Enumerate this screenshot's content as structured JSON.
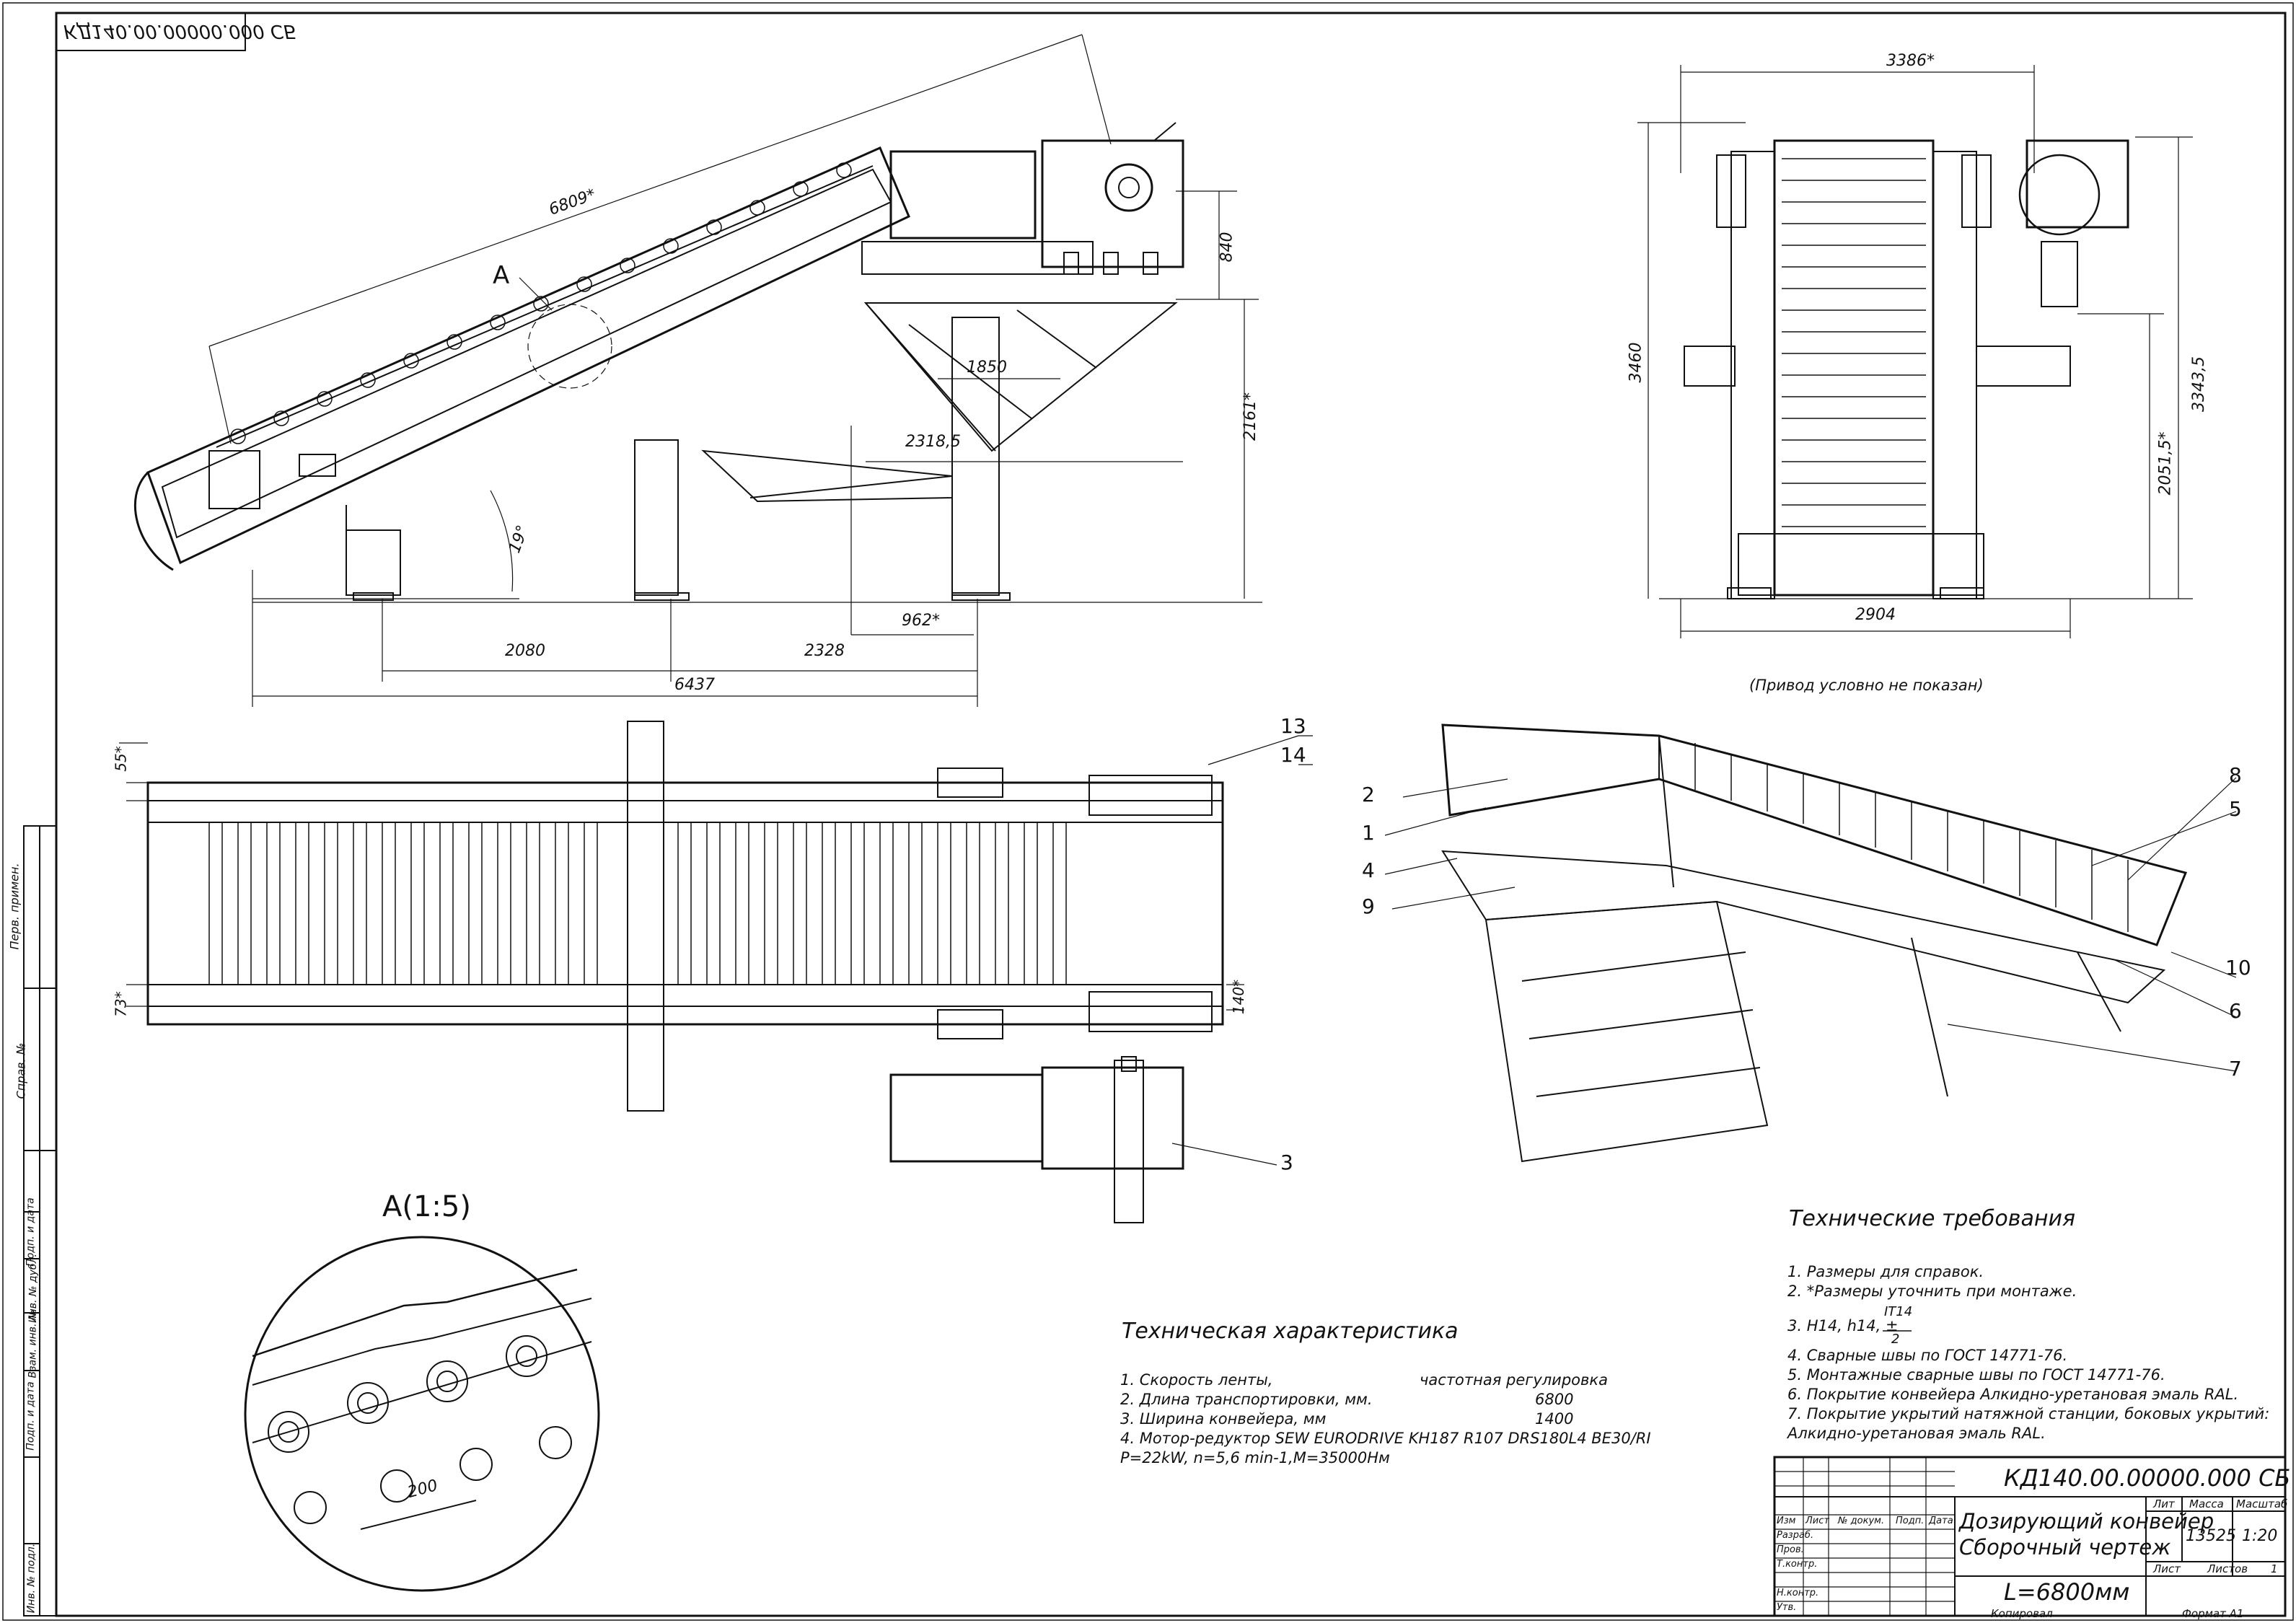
{
  "doc_code_mirrored": "КД140.00.00000.000 СБ",
  "views": {
    "side": {
      "dims": [
        "6809*",
        "840",
        "2161*",
        "1850",
        "2318,5",
        "962*",
        "2080",
        "2328",
        "6437",
        "19°"
      ],
      "detail_label": "A"
    },
    "front": {
      "dims": [
        "3386*",
        "3460",
        "3343,5",
        "2051,5*",
        "2904"
      ],
      "note": "(Привод условно не показан)"
    },
    "plan": {
      "dims": [
        "55*",
        "73*",
        "140*"
      ],
      "callouts": [
        "13",
        "14",
        "3"
      ]
    },
    "iso": {
      "callouts": [
        "2",
        "1",
        "4",
        "9",
        "8",
        "5",
        "10",
        "6",
        "7"
      ]
    },
    "detail": {
      "title": "A(1:5)",
      "dim": "200"
    }
  },
  "tech_characteristics": {
    "title": "Техническая характеристика",
    "rows": [
      {
        "label": "1. Скорость ленты,",
        "value": "частотная регулировка"
      },
      {
        "label": "2. Длина транспортировки, мм.",
        "value": "6800"
      },
      {
        "label": "3. Ширина конвейера, мм",
        "value": "1400"
      }
    ],
    "motor_line1": "4. Мотор-редуктор  SEW  EURODRIVE  KH187  R107  DRS180L4  BE30/RI",
    "motor_line2": "P=22kW,  n=5,6  min-1,M=35000Нм"
  },
  "tech_requirements": {
    "title": "Технические требования",
    "items": [
      "1. Размеры для справок.",
      "2.  *Размеры уточнить при монтаже.",
      "3. H14,  h14,  ±",
      "4. Сварные швы по ГОСТ 14771-76.",
      "5. Монтажные сварные швы по ГОСТ 14771-76.",
      "6. Покрытие конвейера Алкидно-уретановая эмаль RAL.",
      "7. Покрытие укрытий натяжной станции, боковых укрытий:",
      "Алкидно-уретановая эмаль RAL."
    ],
    "fraction_num": "IT14",
    "fraction_den": "2"
  },
  "title_block": {
    "designation": "КД140.00.00000.000 СБ",
    "name_line1": "Дозирующий конвейер",
    "name_line2": "Сборочный чертеж",
    "length": "L=6800мм",
    "col_lit": "Лит",
    "col_mass": "Масса",
    "col_scale": "Масштаб",
    "mass": "13525",
    "scale": "1:20",
    "sheet_label": "Лист",
    "sheets_label": "Листов",
    "sheets_value": "1",
    "head_izm": "Изм",
    "head_list": "Лист",
    "head_doc": "№ докум.",
    "head_sign": "Подп.",
    "head_date": "Дата",
    "role_dev": "Разраб.",
    "role_check": "Пров.",
    "role_tcontrol": "Т.контр.",
    "role_ncontrol": "Н.контр.",
    "role_approve": "Утв.",
    "copied": "Копировал",
    "format": "Формат   А1"
  },
  "left_strip": [
    "Перв. примен.",
    "Справ. №",
    "Подп. и дата",
    "Инв. № дубл.",
    "Взам. инв. №",
    "Подп. и дата",
    "Инв. № подл."
  ]
}
